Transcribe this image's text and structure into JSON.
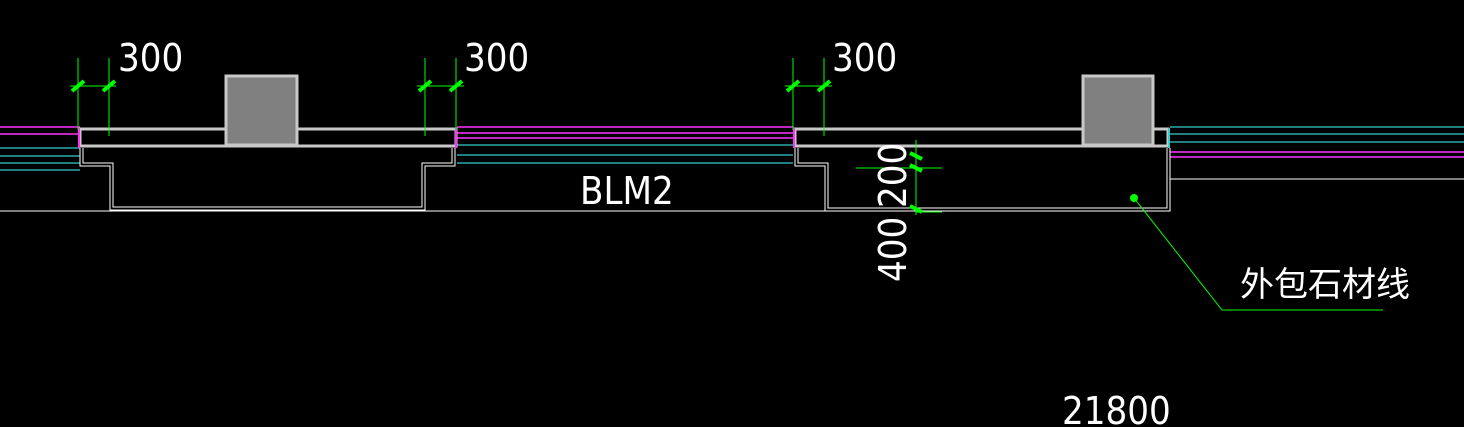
{
  "drawing": {
    "background": "#000000",
    "colors": {
      "outline": "#ffffff",
      "panel": "#c8c8c8",
      "column_fill": "#808080",
      "dimension": "#00ff00",
      "layer_magenta": "#ff33ff",
      "layer_cyan": "#33cccc"
    },
    "dimensions": {
      "d1": "300",
      "d2": "300",
      "d3": "300",
      "vertical_small": "200",
      "vertical_large": "400",
      "total": "21800"
    },
    "labels": {
      "component": "BLM2",
      "leader_note": "外包石材线"
    }
  }
}
